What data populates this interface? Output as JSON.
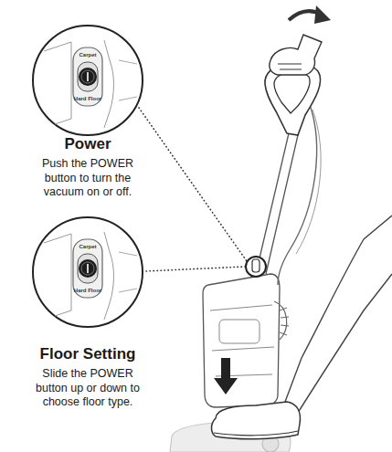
{
  "diagram": {
    "nodes": [
      {
        "text": [
          "Carpet",
          "Hard Floor"
        ]
      },
      {
        "text": [
          "Carpet",
          "Hard Floor"
        ]
      }
    ],
    "labels": [
      "Power",
      "Push the POWER button to turn the vacuum on or off.",
      "Floor Setting",
      "Slide the POWER button up or down to choose floor type."
    ]
  }
}
